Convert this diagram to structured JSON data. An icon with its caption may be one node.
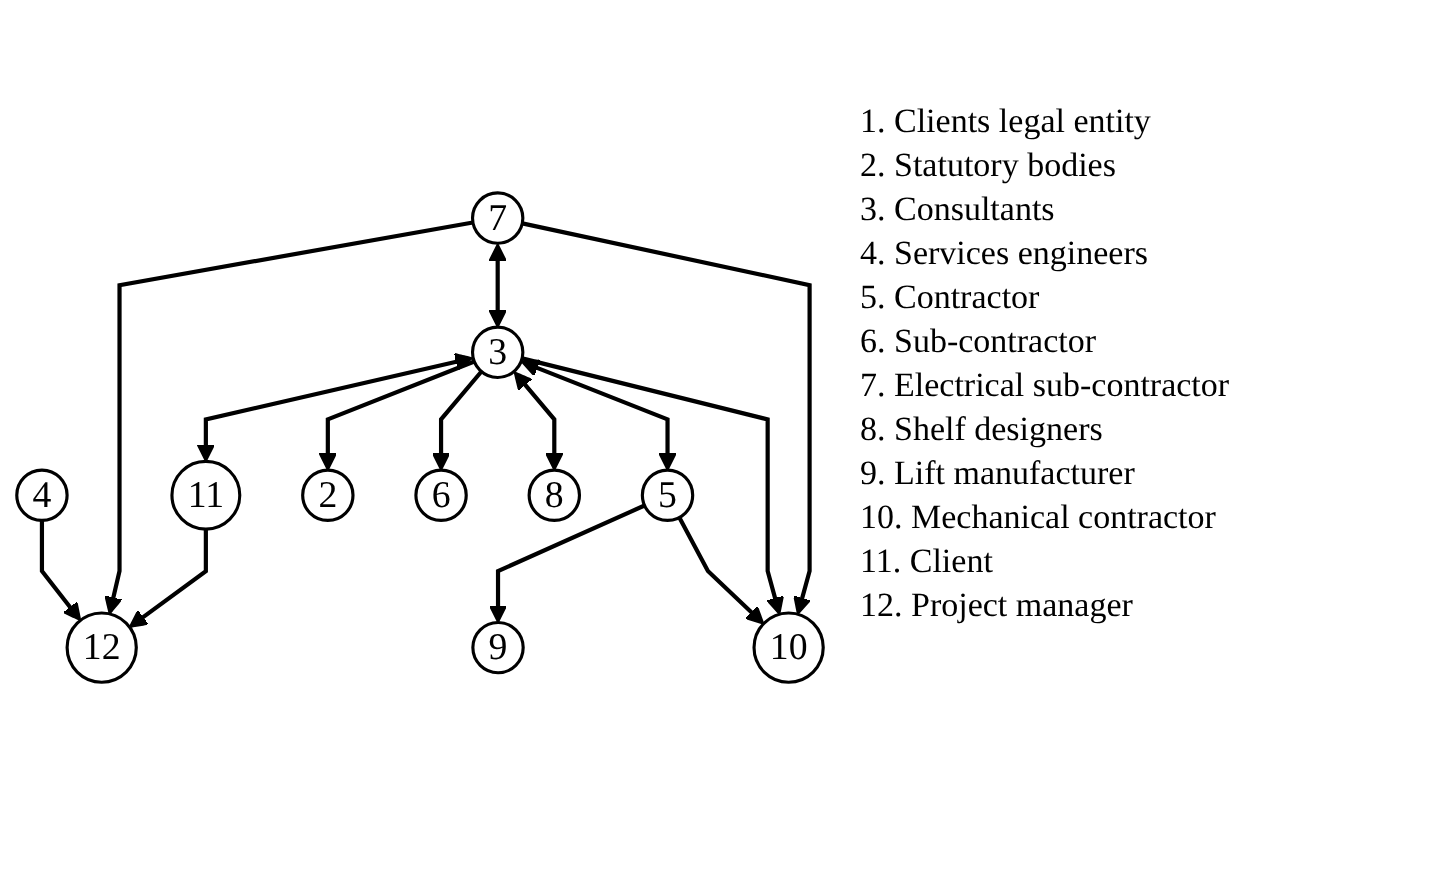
{
  "diagram": {
    "nodes": [
      {
        "text": [
          "12"
        ]
      },
      {
        "text": [
          "4"
        ]
      },
      {
        "text": [
          "11"
        ]
      },
      {
        "text": [
          "7"
        ]
      },
      {
        "text": [
          "3"
        ]
      },
      {
        "text": [
          "2"
        ]
      },
      {
        "text": [
          "9"
        ]
      },
      {
        "text": [
          "6"
        ]
      },
      {
        "text": [
          "5"
        ]
      },
      {
        "text": [
          "8"
        ]
      },
      {
        "text": [
          "10"
        ]
      }
    ],
    "edges": [
      {
        "from": 1,
        "to": 0,
        "arrow": "to"
      },
      {
        "from": 2,
        "to": 0,
        "arrow": "to"
      },
      {
        "from": 3,
        "to": 0,
        "arrow": "to"
      },
      {
        "from": 3,
        "to": 4,
        "arrow": "both"
      },
      {
        "from": 4,
        "to": 2,
        "arrow": "both"
      },
      {
        "from": 4,
        "to": 5,
        "arrow": "to"
      },
      {
        "from": 4,
        "to": 7,
        "arrow": "to"
      },
      {
        "from": 4,
        "to": 9,
        "arrow": "both"
      },
      {
        "from": 4,
        "to": 8,
        "arrow": "both"
      },
      {
        "from": 8,
        "to": 6,
        "arrow": "to"
      },
      {
        "from": 4,
        "to": 10,
        "arrow": "to"
      },
      {
        "from": 8,
        "to": 10,
        "arrow": "to"
      },
      {
        "from": 3,
        "to": 10,
        "arrow": "to"
      }
    ],
    "labels": [
      "1. Clients legal entity",
      "2. Statutory bodies",
      "3. Consultants",
      "4. Services engineers",
      "5. Contractor",
      "6. Sub-contractor",
      "7. Electrical sub-contractor",
      "8. Shelf designers",
      "9. Lift manufacturer",
      "10. Mechanical contractor",
      "11. Client",
      "12. Project manager"
    ]
  }
}
